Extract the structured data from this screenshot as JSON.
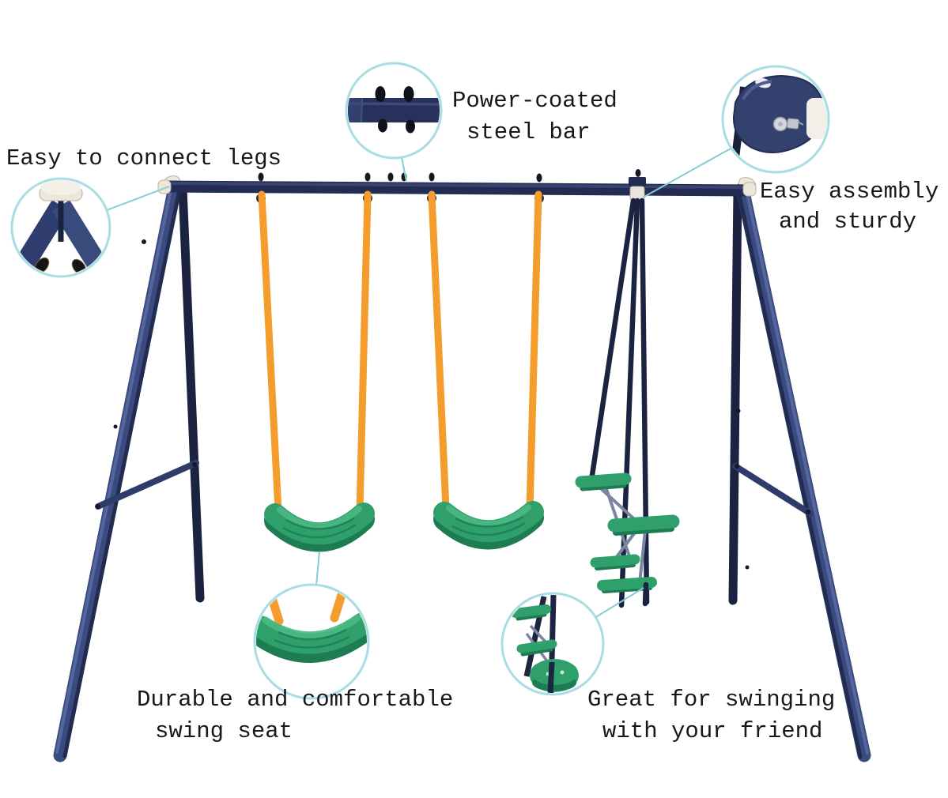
{
  "callouts": {
    "connect_legs": {
      "label": "Easy to connect legs"
    },
    "steel_bar": {
      "line1": "Power-coated",
      "line2": "steel bar"
    },
    "assembly": {
      "line1": "Easy assembly",
      "line2": "and sturdy"
    },
    "seat": {
      "line1": "Durable and comfortable",
      "line2": "swing seat"
    },
    "glider": {
      "line1": "Great for swinging",
      "line2": "with your friend"
    }
  },
  "colors": {
    "frame_navy": "#232c52",
    "frame_blue": "#3a4b80",
    "frame_mid": "#2e3c6c",
    "frame_dark": "#1b2340",
    "strap_orange": "#f59d2c",
    "seat_green": "#2fa06c",
    "seat_green_dark": "#1e7c52",
    "seat_green_light": "#4cb885",
    "callout_teal": "#a7dde3",
    "line_teal": "#84ccd6",
    "cap_white": "#ece7db",
    "text": "#181818",
    "background": "#ffffff"
  }
}
